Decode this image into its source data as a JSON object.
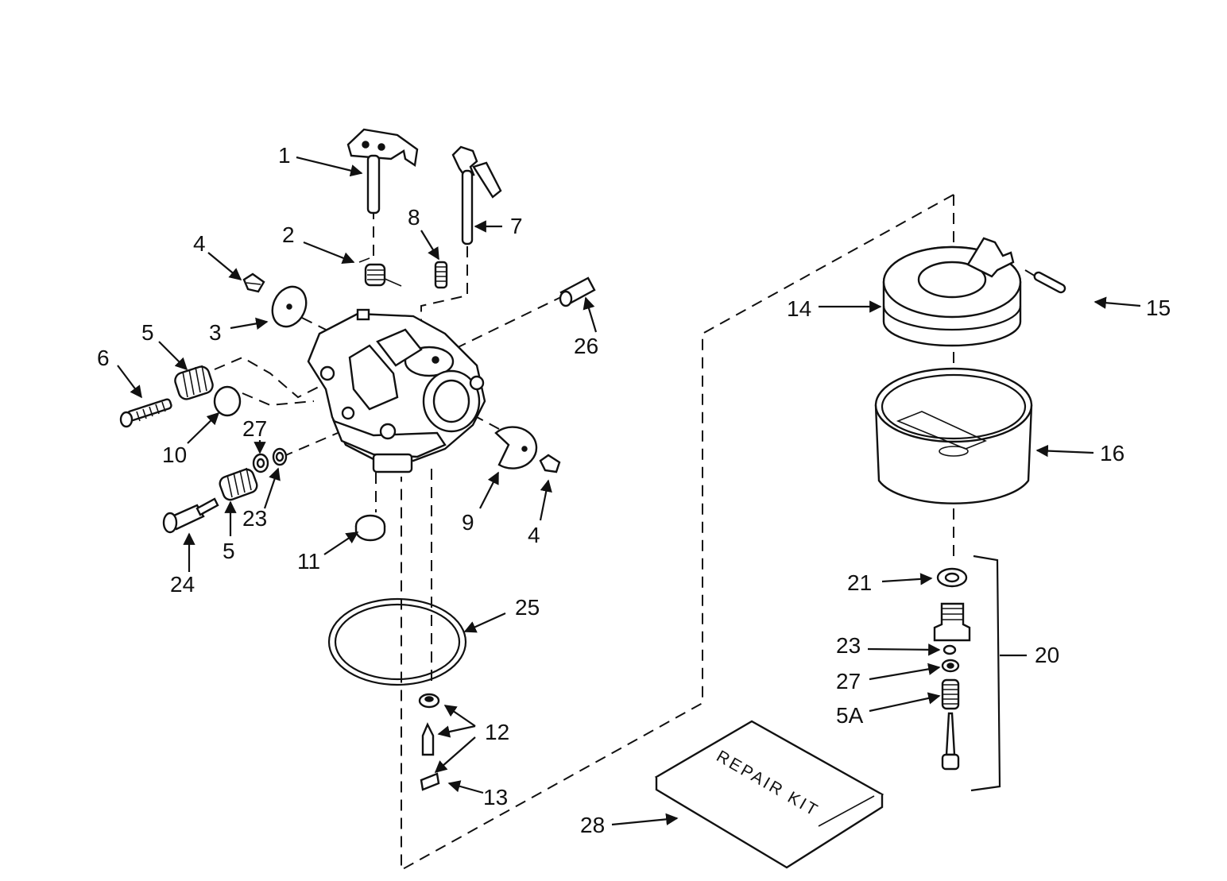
{
  "diagram": {
    "kit_text": "REPAIR KIT",
    "callouts": {
      "c1": "1",
      "c2": "2",
      "c3": "3",
      "c4a": "4",
      "c4b": "4",
      "c5a": "5",
      "c5b": "5",
      "c5A": "5A",
      "c6": "6",
      "c7": "7",
      "c8": "8",
      "c9": "9",
      "c10": "10",
      "c11": "11",
      "c12": "12",
      "c13": "13",
      "c14": "14",
      "c15": "15",
      "c16": "16",
      "c20": "20",
      "c21": "21",
      "c23a": "23",
      "c23b": "23",
      "c24": "24",
      "c25": "25",
      "c26": "26",
      "c27a": "27",
      "c27b": "27",
      "c28": "28"
    }
  }
}
